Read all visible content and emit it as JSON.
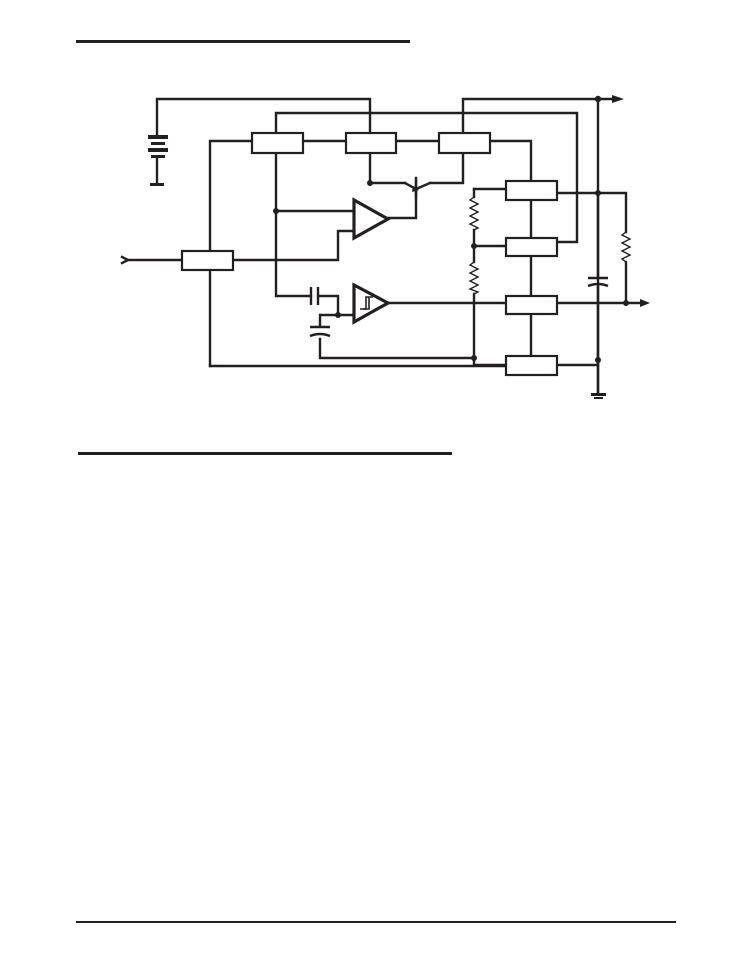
{
  "page": {
    "background": "#ffffff",
    "ink_color": "#231f20"
  },
  "diagram": {
    "type": "circuit-schematic",
    "text_labels": [],
    "blocks": [
      "supply-block-1",
      "supply-block-2",
      "supply-block-3",
      "input-block",
      "right-block-1",
      "right-block-2",
      "right-block-3",
      "right-block-4"
    ],
    "amplifiers": [
      "error-amplifier",
      "hysteresis-comparator"
    ],
    "passives": [
      "battery",
      "coupling-capacitor",
      "timing-capacitor",
      "divider-resistor-upper",
      "divider-resistor-lower",
      "load-resistor",
      "output-capacitor"
    ],
    "terminals": [
      "input-terminal",
      "supply-output-arrow",
      "signal-output-arrow",
      "ground-battery",
      "ground-output"
    ]
  }
}
